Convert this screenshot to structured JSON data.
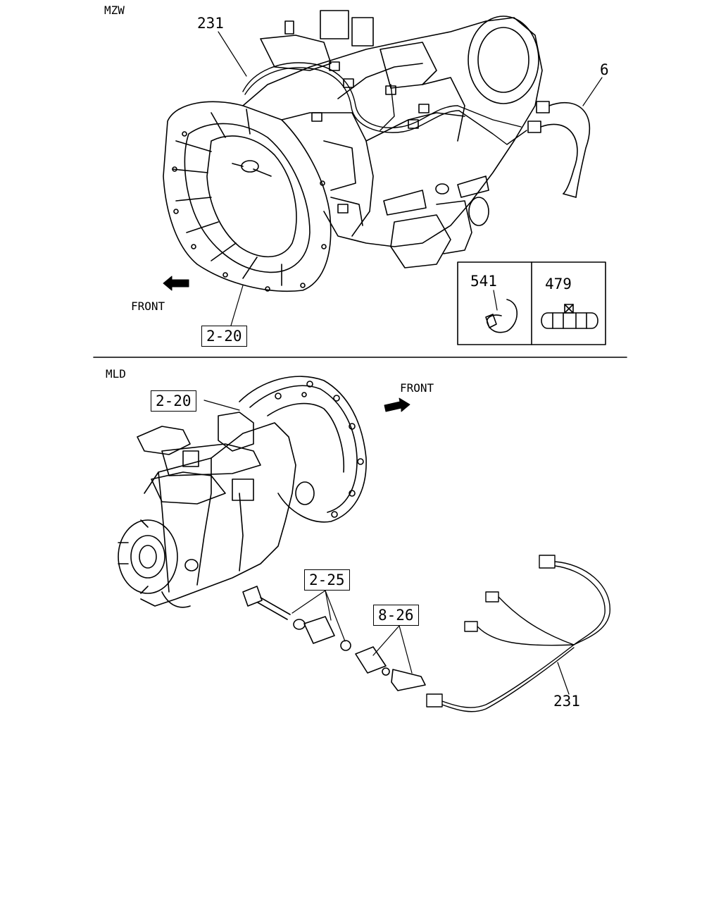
{
  "sections": {
    "top": {
      "model": "MZW",
      "front": "FRONT"
    },
    "bottom": {
      "model": "MLD",
      "front": "FRONT"
    }
  },
  "callouts": {
    "top_harness": "231",
    "top_connector": "6",
    "top_case_ref": "2-20",
    "inset_clip": "541",
    "inset_grommet": "479",
    "bottom_case_ref": "2-20",
    "bottom_speed_sensor_ref": "2-25",
    "bottom_switch_ref": "8-26",
    "bottom_harness": "231"
  }
}
